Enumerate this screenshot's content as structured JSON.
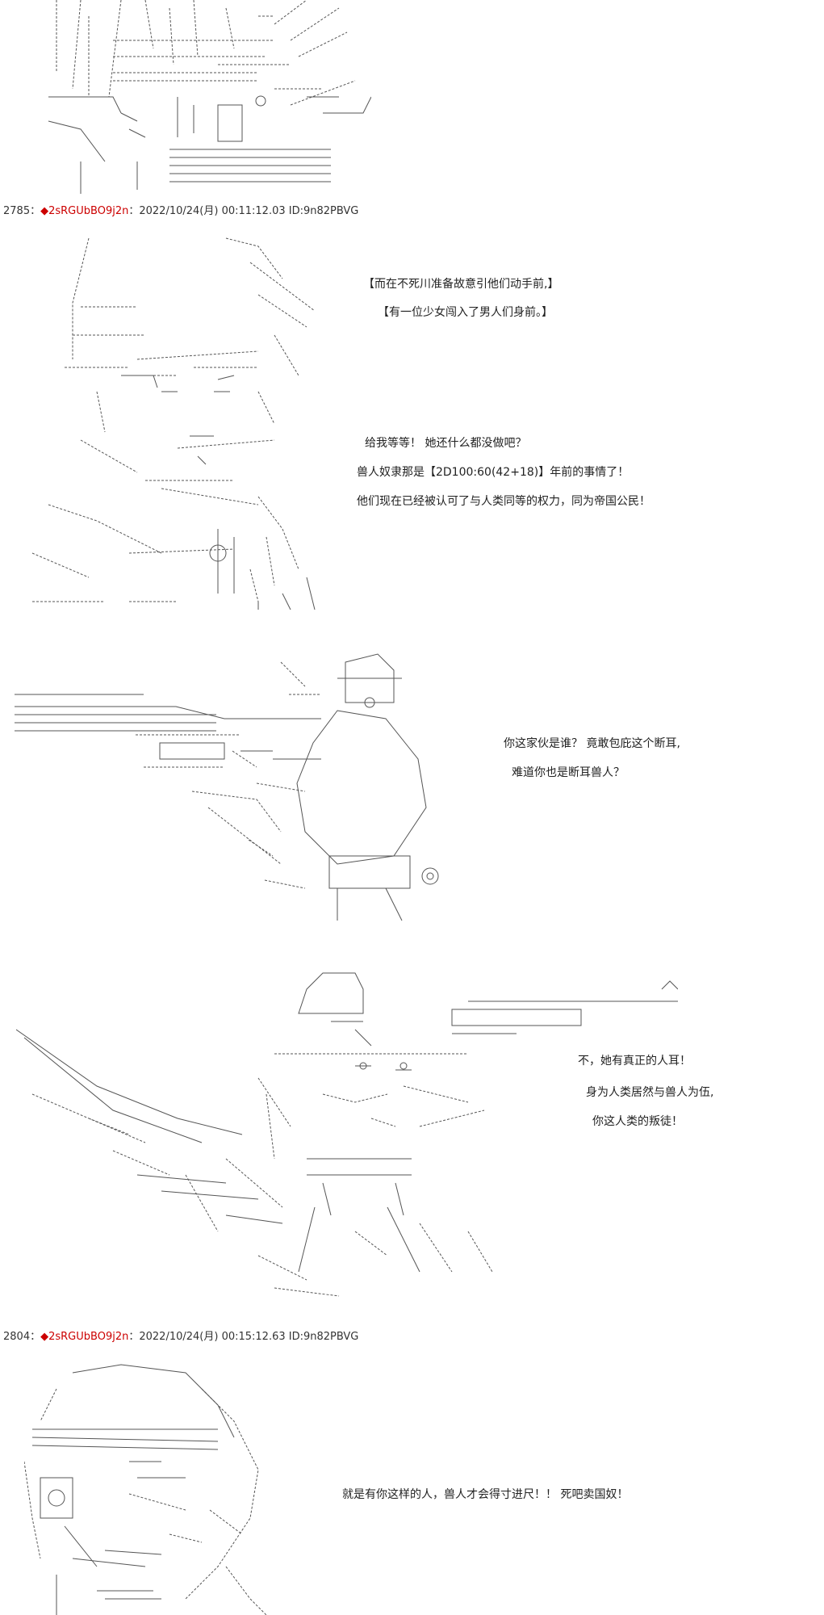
{
  "posts": [
    {
      "number": "2785",
      "separator": "：",
      "marker": "◆",
      "trip": "2sRGUbBO9j2n",
      "datetime": "2022/10/24(月) 00:11:12.03",
      "id": "ID:9n82PBVG"
    },
    {
      "number": "2804",
      "separator": "：",
      "marker": "◆",
      "trip": "2sRGUbBO9j2n",
      "datetime": "2022/10/24(月) 00:15:12.63",
      "id": "ID:9n82PBVG"
    }
  ],
  "panel1": {
    "narration_1": "【而在不死川准备故意引他们动手前,】",
    "narration_2": "【有一位少女闯入了男人们身前。】",
    "line_1": "给我等等！ 她还什么都没做吧？",
    "line_2": "兽人奴隶那是【2D100:60(42+18)】年前的事情了！",
    "line_3": "他们现在已经被认可了与人类同等的权力，同为帝国公民！"
  },
  "panel2": {
    "line_1": "你这家伙是谁？ 竟敢包庇这个断耳,",
    "line_2": "难道你也是断耳兽人？"
  },
  "panel3": {
    "line_1": "不，她有真正的人耳！",
    "line_2": "身为人类居然与兽人为伍,",
    "line_3": "你这人类的叛徒！"
  },
  "panel4": {
    "line_1": "就是有你这样的人，兽人才会得寸进尺！！ 死吧卖国奴！"
  },
  "colors": {
    "trip": "#cc0000",
    "text": "#222222",
    "art_stroke": "#555555"
  }
}
